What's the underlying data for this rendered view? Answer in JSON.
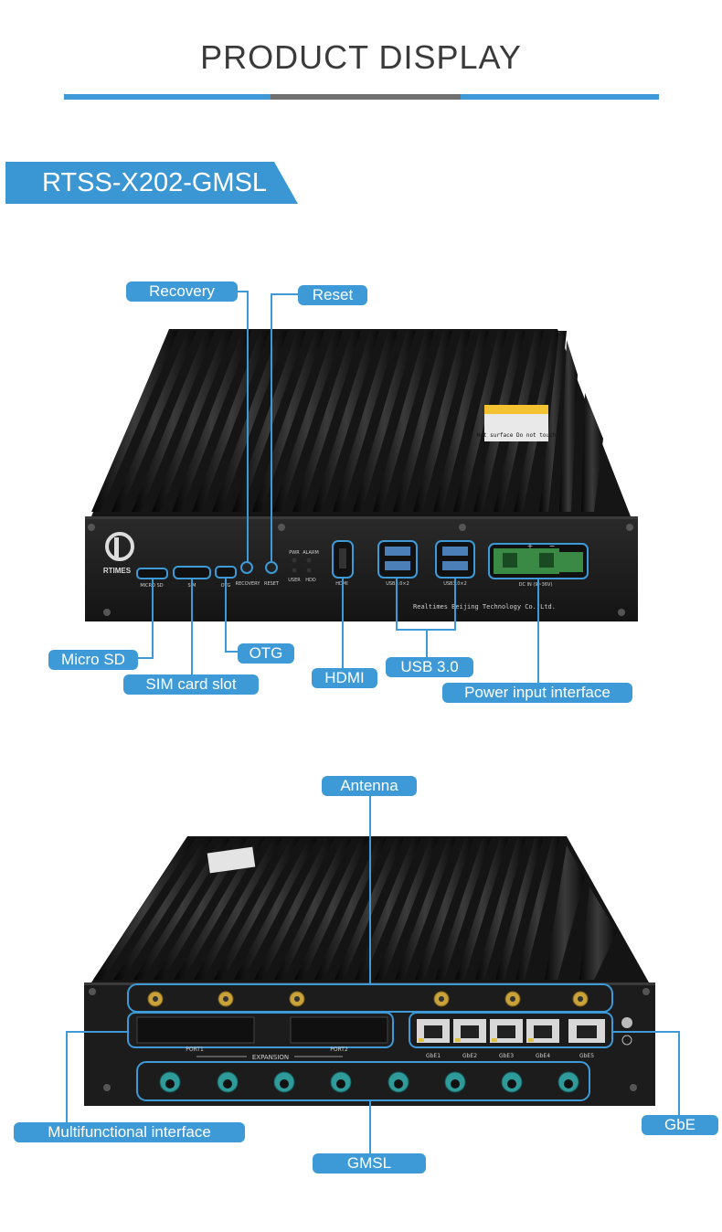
{
  "header": {
    "title": "PRODUCT DISPLAY"
  },
  "product": {
    "model": "RTSS-X202-GMSL"
  },
  "colors": {
    "accent": "#3d9ad6",
    "title_bar_gray": "#707070",
    "device_body": "#1a1a1a"
  },
  "front": {
    "labels": {
      "recovery": "Recovery",
      "reset": "Reset",
      "micro_sd": "Micro SD",
      "sim_card_slot": "SIM card slot",
      "otg": "OTG",
      "hdmi": "HDMI",
      "usb3": "USB 3.0",
      "power_input": "Power input interface"
    },
    "panel_text": {
      "brand": "RTIMES",
      "company": "Realtimes Beijing Technology Co.,Ltd.",
      "micro_sd": "MICRO SD",
      "sim": "SIM",
      "otg": "OTG",
      "recovery": "RECOVERY",
      "reset": "RESET",
      "pwr": "PWR",
      "alarm": "ALARM",
      "user": "USER",
      "hdd": "HDD",
      "hdmi": "HDMI",
      "usb_left": "USB3.0×2",
      "usb_right": "USB3.0×2",
      "dc_in": "DC IN (9~36V)",
      "plus": "+",
      "minus": "−",
      "warning": "Hot surface  Do not touch"
    }
  },
  "rear": {
    "labels": {
      "antenna": "Antenna",
      "multifunctional": "Multifunctional interface",
      "gbe": "GbE",
      "gmsl": "GMSL"
    },
    "panel_text": {
      "expansion": "EXPANSION",
      "port1": "PORT1",
      "port2": "PORT2",
      "gbe_ports": [
        "GbE1",
        "GbE2",
        "GbE3",
        "GbE4",
        "GbE5"
      ]
    }
  }
}
